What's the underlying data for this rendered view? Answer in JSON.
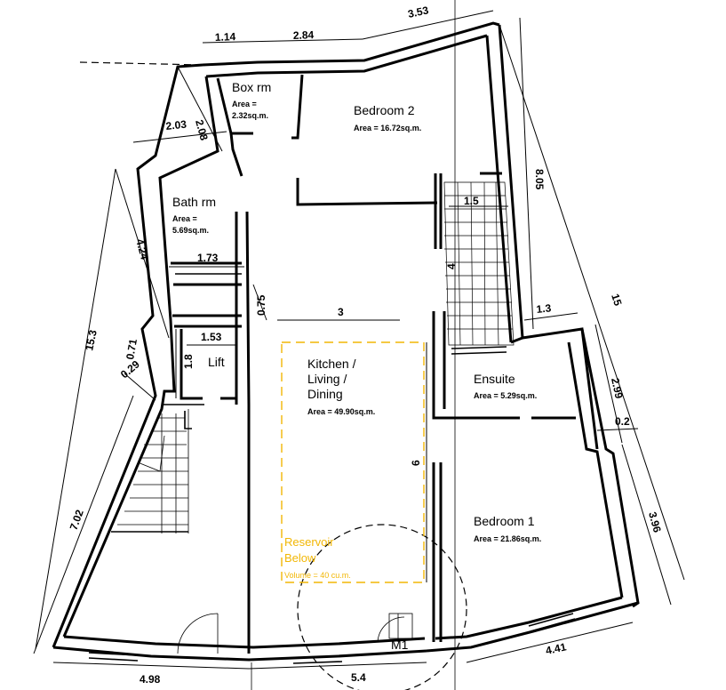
{
  "rooms": {
    "box_rm": {
      "name": "Box rm",
      "area": "Area =\n2.32sq.m."
    },
    "box_rm_area_l1": "Area =",
    "box_rm_area_l2": "2.32sq.m.",
    "bedroom2": {
      "name": "Bedroom 2",
      "area": "Area = 16.72sq.m."
    },
    "bath_rm": {
      "name": "Bath rm"
    },
    "bath_area_l1": "Area =",
    "bath_area_l2": "5.69sq.m.",
    "lift": {
      "name": "Lift"
    },
    "kitchen_l1": "Kitchen /",
    "kitchen_l2": "Living /",
    "kitchen_l3": "Dining",
    "kitchen_area": "Area = 49.90sq.m.",
    "ensuite": {
      "name": "Ensuite",
      "area": "Area = 5.29sq.m."
    },
    "bedroom1": {
      "name": "Bedroom 1",
      "area": "Area = 21.86sq.m."
    }
  },
  "reservoir": {
    "line1": "Reservoir",
    "line2": "Below",
    "volume": "Volume = 40 cu.m.",
    "color": "#f2b705"
  },
  "marker": "M1",
  "dimensions": {
    "d114": "1.14",
    "d284": "2.84",
    "d353": "3.53",
    "d208": "2.08",
    "d203": "2.03",
    "d805": "8.05",
    "d15a": "1.5",
    "d4": "4",
    "d424": "4.24",
    "d173": "1.73",
    "d075": "0.75",
    "d3": "3",
    "d15": "15",
    "d153": "1.53",
    "d18": "1.8",
    "d13": "1.3",
    "d153b": "15.3",
    "d029": "0.29",
    "d071": "0.71",
    "d299": "2.99",
    "d02": "0.2",
    "d6": "6",
    "d702": "7.02",
    "d396": "3.96",
    "d441": "4.41",
    "d498": "4.98",
    "d54": "5.4"
  }
}
